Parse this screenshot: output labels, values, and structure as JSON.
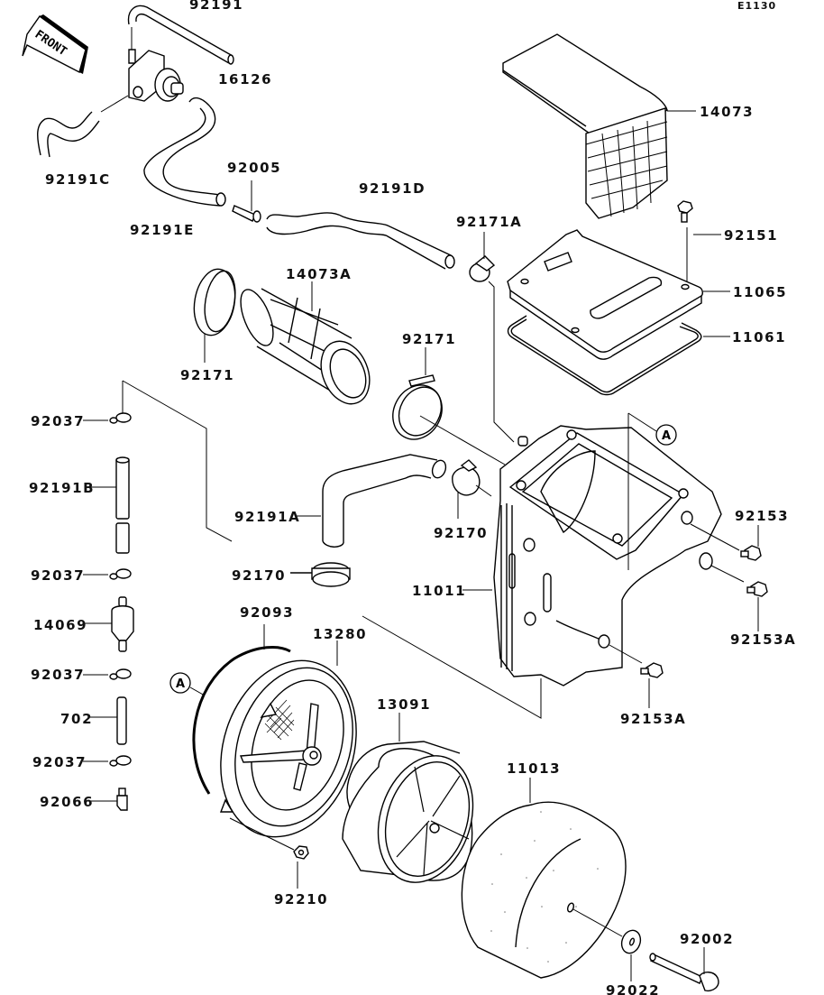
{
  "diagram": {
    "code": "E1130",
    "front_marker": "FRONT",
    "reference_marker": "A",
    "parts": [
      {
        "id": "p92191",
        "number": "92191",
        "description": "hose"
      },
      {
        "id": "p16126",
        "number": "16126",
        "description": "valve"
      },
      {
        "id": "p92191C",
        "number": "92191C",
        "description": "hose"
      },
      {
        "id": "p92191E",
        "number": "92191E",
        "description": "hose"
      },
      {
        "id": "p92005",
        "number": "92005",
        "description": "fitting"
      },
      {
        "id": "p92191D",
        "number": "92191D",
        "description": "hose"
      },
      {
        "id": "p92171A",
        "number": "92171A",
        "description": "clamp"
      },
      {
        "id": "p14073",
        "number": "14073",
        "description": "duct"
      },
      {
        "id": "p92151",
        "number": "92151",
        "description": "bolt"
      },
      {
        "id": "p11065",
        "number": "11065",
        "description": "cover"
      },
      {
        "id": "p11061",
        "number": "11061",
        "description": "gasket"
      },
      {
        "id": "p14073A",
        "number": "14073A",
        "description": "duct"
      },
      {
        "id": "p92171_left",
        "number": "92171",
        "description": "clamp"
      },
      {
        "id": "p92171_mid",
        "number": "92171",
        "description": "clamp"
      },
      {
        "id": "p92037_1",
        "number": "92037",
        "description": "clamp"
      },
      {
        "id": "p92191B",
        "number": "92191B",
        "description": "hose"
      },
      {
        "id": "p92191A",
        "number": "92191A",
        "description": "hose"
      },
      {
        "id": "p92170_mid",
        "number": "92170",
        "description": "clamp"
      },
      {
        "id": "p92170_left",
        "number": "92170",
        "description": "clamp"
      },
      {
        "id": "p92037_2",
        "number": "92037",
        "description": "clamp"
      },
      {
        "id": "p11011",
        "number": "11011",
        "description": "air cleaner case"
      },
      {
        "id": "p92153",
        "number": "92153",
        "description": "bolt"
      },
      {
        "id": "p92153A_right",
        "number": "92153A",
        "description": "bolt"
      },
      {
        "id": "p14069",
        "number": "14069",
        "description": "filter"
      },
      {
        "id": "p92093",
        "number": "92093",
        "description": "seal"
      },
      {
        "id": "p13280",
        "number": "13280",
        "description": "cap"
      },
      {
        "id": "p92037_3",
        "number": "92037",
        "description": "clamp"
      },
      {
        "id": "p702",
        "number": "702",
        "description": "pipe"
      },
      {
        "id": "p13091",
        "number": "13091",
        "description": "holder"
      },
      {
        "id": "p92153A_bottom",
        "number": "92153A",
        "description": "bolt"
      },
      {
        "id": "p92037_4",
        "number": "92037",
        "description": "clamp"
      },
      {
        "id": "p11013",
        "number": "11013",
        "description": "element"
      },
      {
        "id": "p92066",
        "number": "92066",
        "description": "plug"
      },
      {
        "id": "p92210",
        "number": "92210",
        "description": "nut"
      },
      {
        "id": "p92002",
        "number": "92002",
        "description": "bolt"
      },
      {
        "id": "p92022",
        "number": "92022",
        "description": "washer"
      }
    ]
  }
}
